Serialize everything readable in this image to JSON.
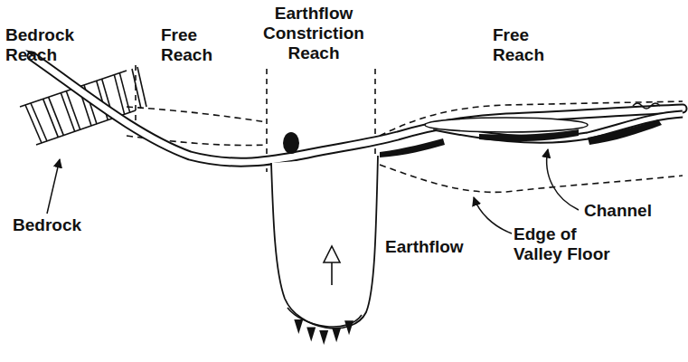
{
  "diagram": {
    "labels": [
      "Bedrock Reach",
      "Free Reach",
      "Earthflow Constriction Reach",
      "Free Reach",
      "Channel",
      "Edge of Valley Floor",
      "Bedrock",
      "Earthflow"
    ]
  }
}
